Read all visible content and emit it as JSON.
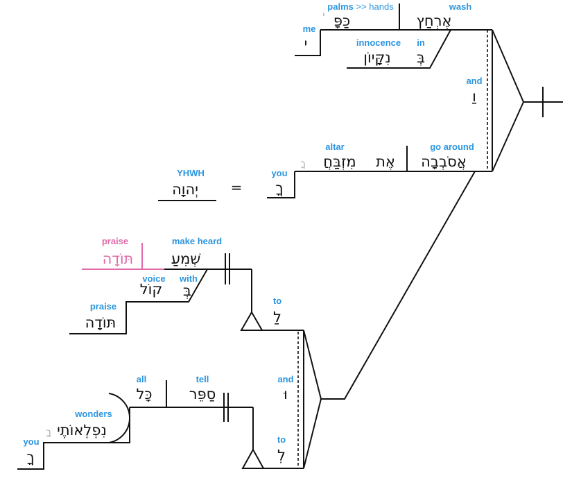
{
  "clause1": {
    "verb": {
      "gloss": "wash",
      "hebrew": "אֶרְחַץ"
    },
    "object": {
      "gloss_bold": "palms",
      "gloss_rest": ">> hands",
      "hebrew": "כַּפָּ",
      "suffix_marker": "י"
    },
    "possessor": {
      "gloss": "me",
      "hebrew": "י"
    },
    "prep": {
      "gloss": "in",
      "hebrew": "בְּ"
    },
    "prep_object": {
      "gloss": "innocence",
      "hebrew": "נִקָּיוֹן"
    }
  },
  "conjunction1": {
    "gloss": "and",
    "hebrew": "וַ"
  },
  "clause2": {
    "verb": {
      "gloss": "go around",
      "hebrew": "אֲסֹבְבָה"
    },
    "marker": {
      "hebrew": "אֶת"
    },
    "object": {
      "gloss": "altar",
      "hebrew": "מִזְבַּחֲ",
      "suffix_marker": "ךָ"
    },
    "possessor": {
      "gloss": "you",
      "hebrew": "ךָ"
    },
    "vocative": {
      "gloss": "YHWH",
      "hebrew": "יְהוָה"
    },
    "equals": "="
  },
  "clause3": {
    "verb": {
      "gloss": "make heard",
      "hebrew": "שְׁמִעַ"
    },
    "implied_object": {
      "gloss": "praise",
      "hebrew": "תּוֹדָה"
    },
    "prep": {
      "gloss": "with",
      "hebrew": "בְּ"
    },
    "prep_object": {
      "gloss": "voice",
      "hebrew": "קוֹל"
    },
    "genitive": {
      "gloss": "praise",
      "hebrew": "תּוֹדָה"
    },
    "infinitive_prep": {
      "gloss": "to",
      "hebrew": "לַ"
    }
  },
  "conjunction2": {
    "gloss": "and",
    "hebrew": "וּ"
  },
  "clause4": {
    "verb": {
      "gloss": "tell",
      "hebrew": "סַפֵּר"
    },
    "object": {
      "gloss": "all",
      "hebrew": "כָּל"
    },
    "genitive": {
      "gloss": "wonders",
      "hebrew": "נִפְלְאוֹתֶי",
      "suffix_marker": "ךָ"
    },
    "possessor": {
      "gloss": "you",
      "hebrew": "ךָ"
    },
    "infinitive_prep": {
      "gloss": "to",
      "hebrew": "לְ"
    }
  },
  "colors": {
    "gloss": "#2b95e0",
    "implied": "#e06aa8",
    "suffix": "#aaaaaa",
    "line": "#111111"
  }
}
